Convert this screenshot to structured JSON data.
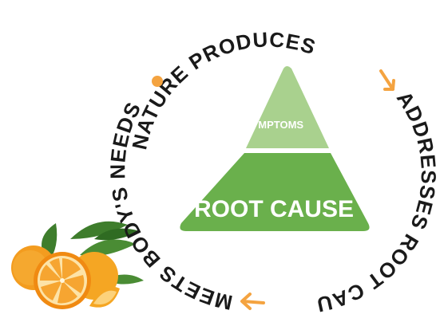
{
  "cycle": {
    "top_label": "NATURE PRODUCES",
    "right_label": "ADDRESSES ROOT CAUSE",
    "left_label": "MEETS BODY'S NEEDS"
  },
  "pyramid": {
    "top_label": "SYMPTOMS",
    "bottom_label": "ROOT CAUSE",
    "top_color": "#a9d18e",
    "bottom_color": "#6ab04c"
  },
  "accent_color": "#f4a340",
  "image": {
    "name": "oranges-photo"
  }
}
